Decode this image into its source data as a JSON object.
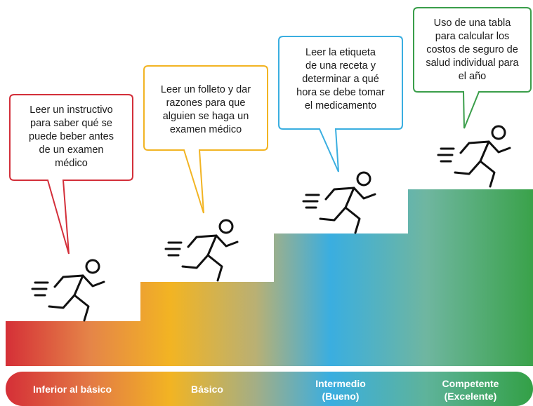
{
  "colors": {
    "red": "#d32f3a",
    "yellow": "#f2b423",
    "blue": "#3aaee0",
    "green": "#3a9e4a"
  },
  "icon": "running-person-icon",
  "levels": [
    {
      "label": "Inferior al básico",
      "example": "Leer un instructivo\npara saber qué se\npuede beber antes\nde un examen\nmédico"
    },
    {
      "label": "Básico",
      "example": "Leer un folleto y dar\nrazones para que\nalguien se haga un\nexamen médico"
    },
    {
      "label": "Intermedio\n(Bueno)",
      "example": "Leer la etiqueta\nde una receta y\ndeterminar a qué\nhora se debe tomar\nel medicamento"
    },
    {
      "label": "Competente\n(Excelente)",
      "example": "Uso de una tabla\npara calcular los\ncostos de seguro de\nsalud individual para\nel año"
    }
  ]
}
